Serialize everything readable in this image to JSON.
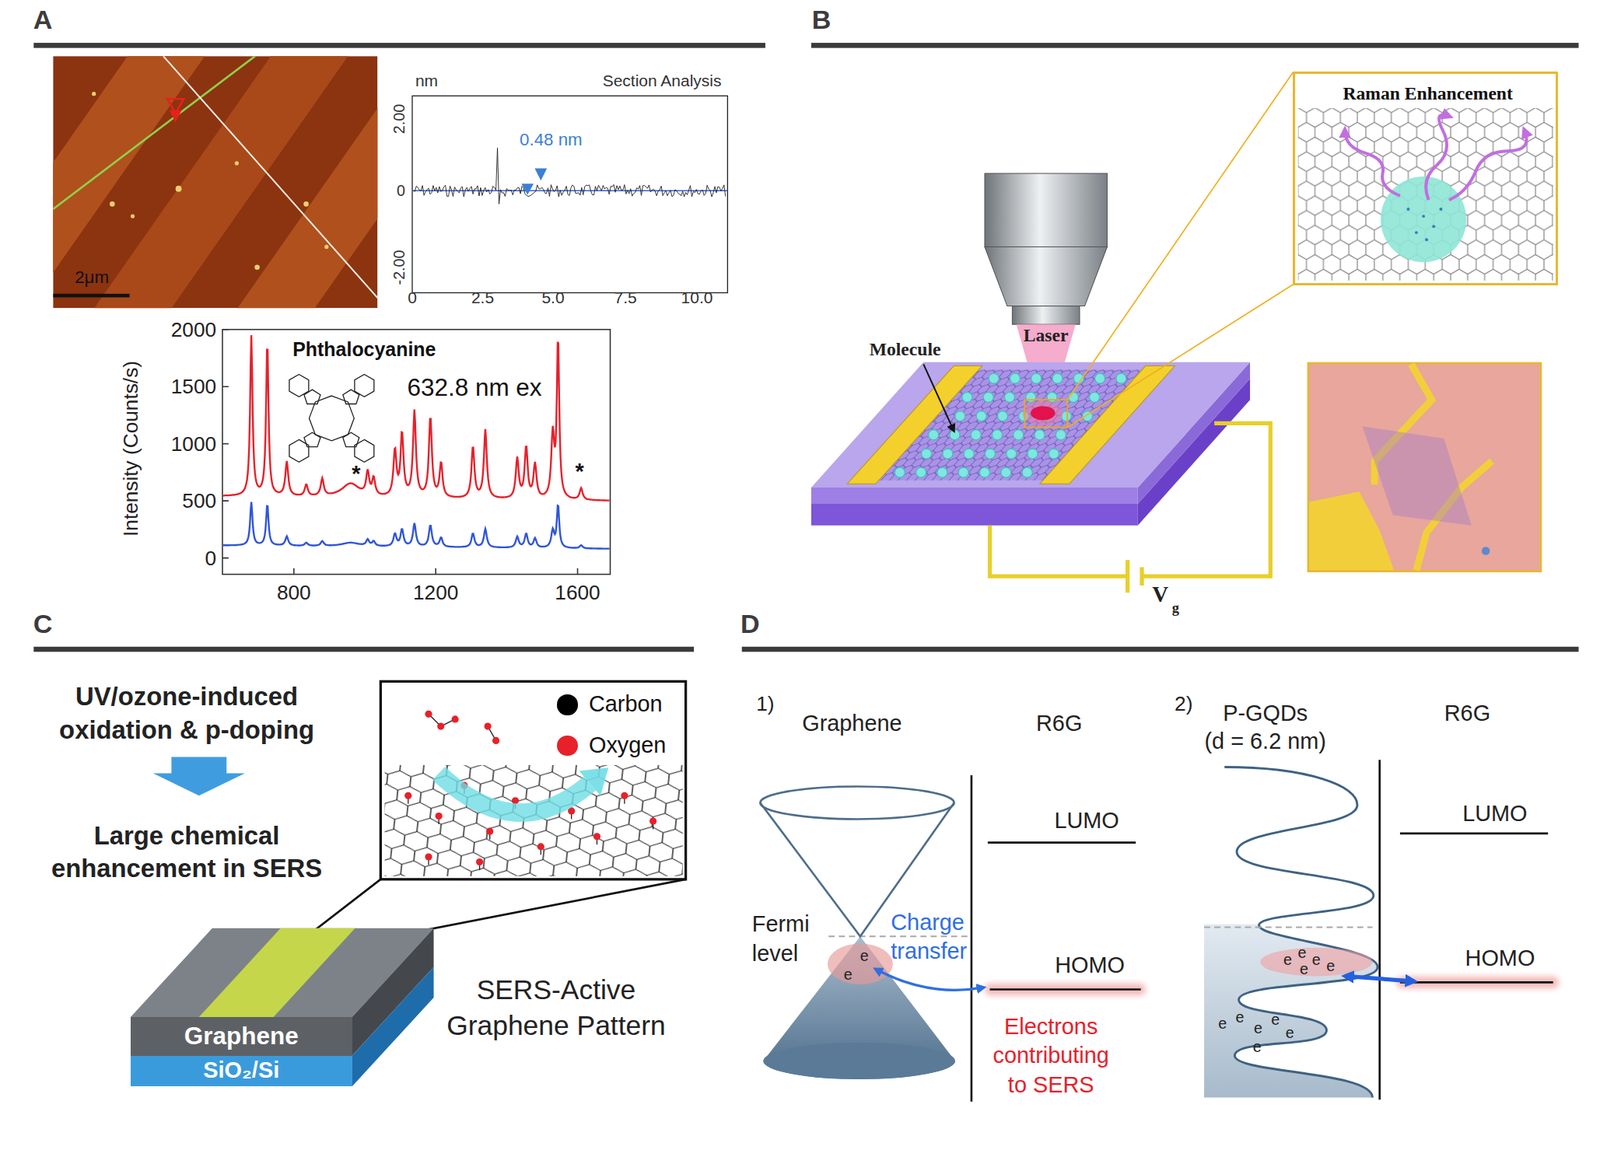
{
  "diagram": {
    "nodes": [
      {
        "text": [
          "2μm"
        ]
      },
      {
        "text": [
          "Raman Enhancement"
        ]
      },
      {
        "text": [
          "Graphene"
        ]
      },
      {
        "text": [
          "SiO₂/Si"
        ]
      }
    ],
    "labels": [
      "A",
      "nm",
      "Section Analysis",
      "2.00",
      "0",
      "-2.00",
      "0",
      "2.5",
      "5.0",
      "7.5",
      "10.0",
      "0.48 nm",
      "2000",
      "1500",
      "1000",
      "500",
      "0",
      "800",
      "1200",
      "1600",
      "Intensity (Counts/s)",
      "Phthalocyanine",
      "632.8 nm ex",
      "*",
      "*",
      "B",
      "Laser",
      "Molecule",
      "V",
      "g",
      "C",
      "UV/ozone-induced oxidation & p-doping",
      "Large chemical enhancement in SERS",
      "SERS-Active Graphene Pattern",
      "D",
      "1)",
      "Graphene",
      "R6G",
      "Fermi level",
      "Charge transfer",
      "LUMO",
      "HOMO",
      "Electrons contributing to SERS",
      "e",
      "e",
      "2)",
      "P-GQDs",
      "(d = 6.2 nm)",
      "R6G",
      "LUMO",
      "HOMO",
      "e",
      "e",
      "e",
      "e",
      "e",
      "e",
      "e",
      "e",
      "e",
      "e",
      "e"
    ],
    "legend": [
      {
        "text": "Carbon",
        "color": "#000000"
      },
      {
        "text": "Oxygen",
        "color": "#e8202a"
      }
    ]
  }
}
